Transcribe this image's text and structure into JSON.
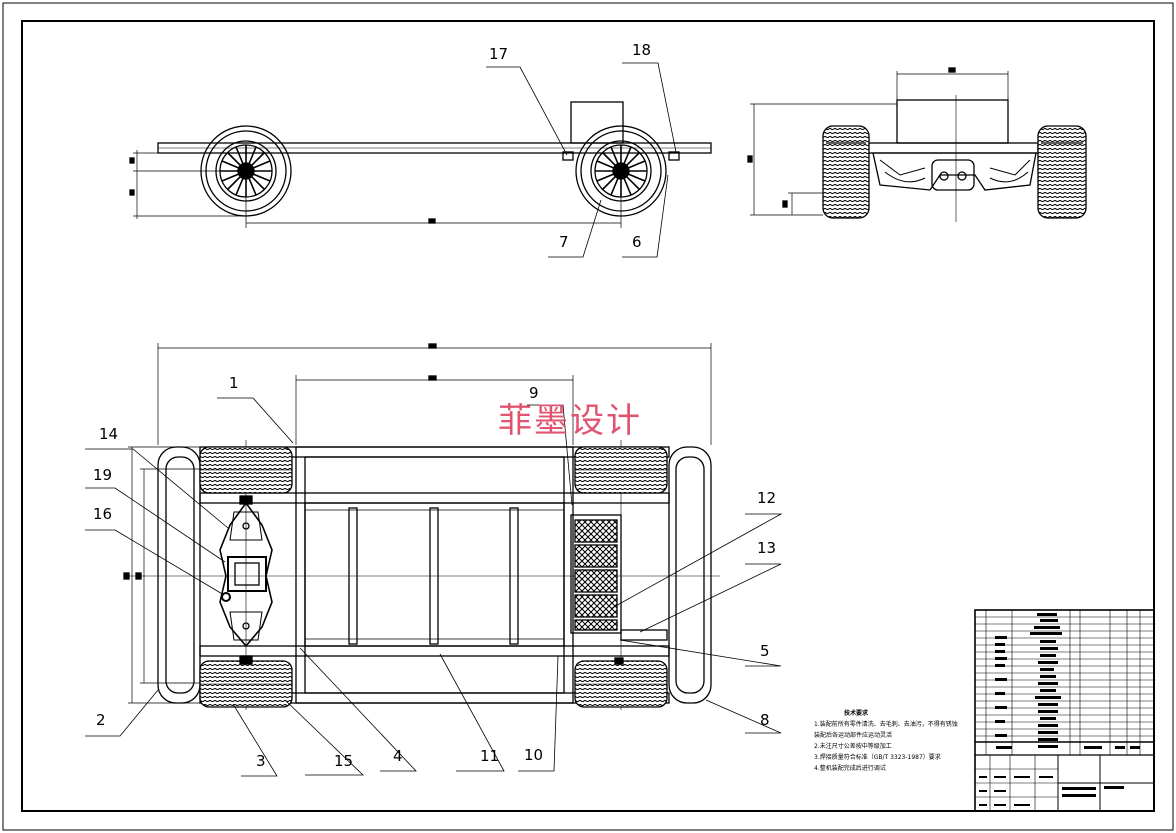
{
  "watermark": "菲墨设计",
  "callouts": [
    "1",
    "2",
    "3",
    "4",
    "5",
    "6",
    "7",
    "8",
    "9",
    "10",
    "11",
    "12",
    "13",
    "14",
    "15",
    "16",
    "17",
    "18",
    "19"
  ],
  "notes": {
    "title": "技术要求",
    "lines": [
      "1.装配前所有零件清洗、去毛刺、去油污，不得有锈蚀",
      "装配后各运动部件应运动灵活",
      "2.未注尺寸公差按中等级加工",
      "3.焊接质量符合标准（GB/T 3323-1987）要求",
      "4.整机装配完成后进行调试"
    ]
  },
  "colors": {
    "line": "#000000",
    "watermark": "#e05470"
  }
}
